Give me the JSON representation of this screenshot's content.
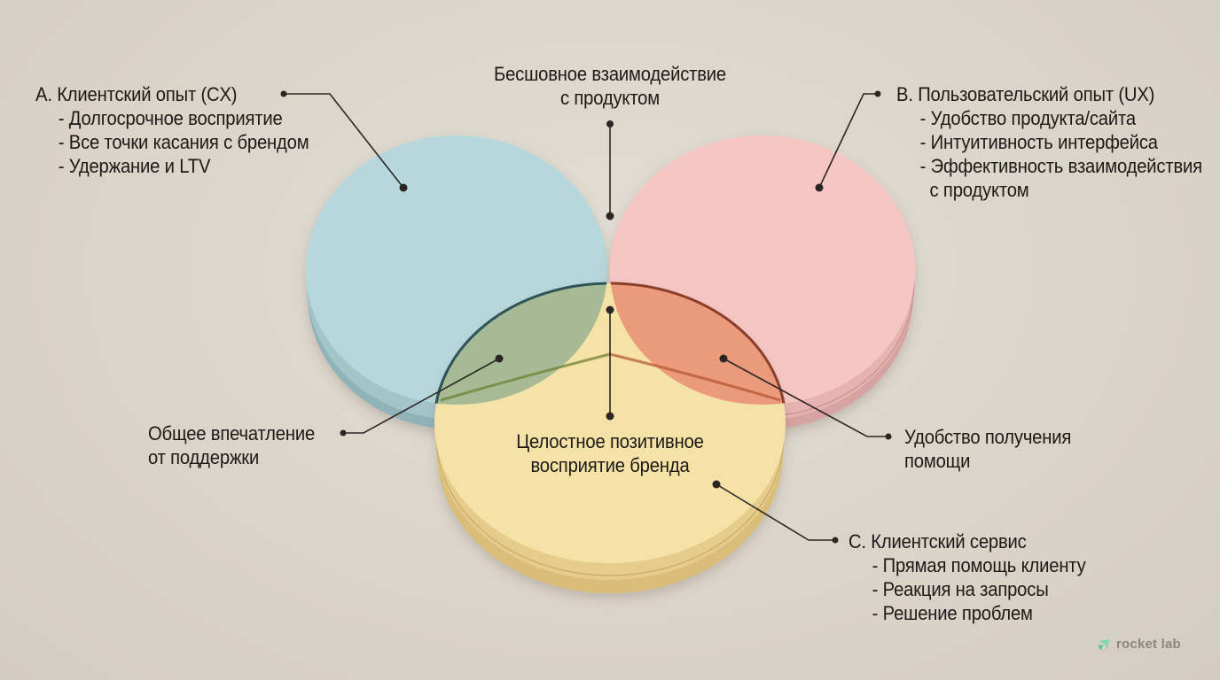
{
  "diagram": {
    "type": "venn-3",
    "colors": {
      "background": "#dcd6cc",
      "circle_a": "#b6d8dc",
      "circle_a_edge": "#8fb3b9",
      "circle_b": "#f6c6c4",
      "circle_b_edge": "#d7a2a2",
      "circle_c": "#f5e2a6",
      "circle_c_edge": "#d9bd78",
      "overlap_ac": "#a6bb95",
      "overlap_bc": "#eb9a7c",
      "overlap_ab": "#b8afb6",
      "overlap_abc": "#a9a2a8",
      "leader_line": "#2a2624"
    },
    "circles": [
      {
        "id": "A",
        "title": "A. Клиентский опыт (CX)",
        "items": [
          "- Долгосрочное восприятие",
          "- Все точки касания с брендом",
          "- Удержание и LTV"
        ]
      },
      {
        "id": "B",
        "title": "B. Пользовательский опыт (UX)",
        "items": [
          "- Удобство продукта/сайта",
          "- Интуитивность интерфейса",
          "- Эффективность взаимодействия",
          "  с продуктом"
        ]
      },
      {
        "id": "C",
        "title": "C. Клиентский сервис",
        "items": [
          "- Прямая помощь клиенту",
          "- Реакция на запросы",
          "- Решение проблем"
        ]
      }
    ],
    "intersections": {
      "ab": [
        "Бесшовное взаимодействие",
        "с продуктом"
      ],
      "ac": [
        "Общее впечатление",
        "от поддержки"
      ],
      "bc": [
        "Удобство получения",
        "помощи"
      ],
      "abc": [
        "Целостное позитивное",
        "восприятие бренда"
      ]
    }
  },
  "logo": {
    "text": "rocket lab",
    "icon": "rocket-lab-logo-icon",
    "color": "#7fd6b0"
  }
}
